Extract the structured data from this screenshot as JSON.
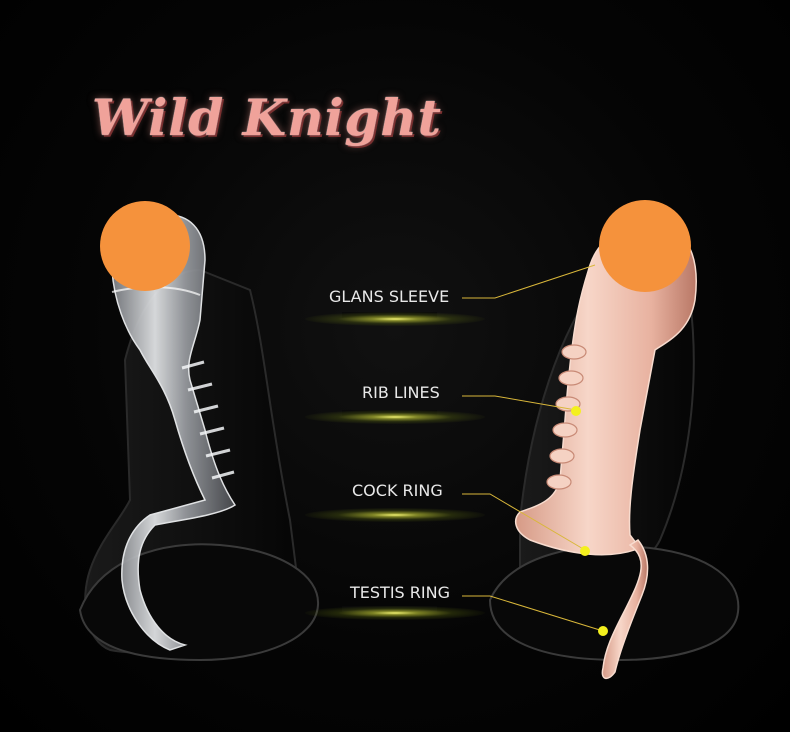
{
  "title": "Wild Knight",
  "labels": {
    "glans": "GLANS SLEEVE",
    "rib": "RIB LINES",
    "cock": "COCK RING",
    "testis": "TESTIS RING"
  },
  "colors": {
    "background": "#000000",
    "title": "#f0a29a",
    "censor": "#f5923c",
    "leader": "#d9b73a",
    "marker": "#f4f01e",
    "clear_product": "#c9ccd0",
    "flesh_product": "#f2c9b8"
  }
}
